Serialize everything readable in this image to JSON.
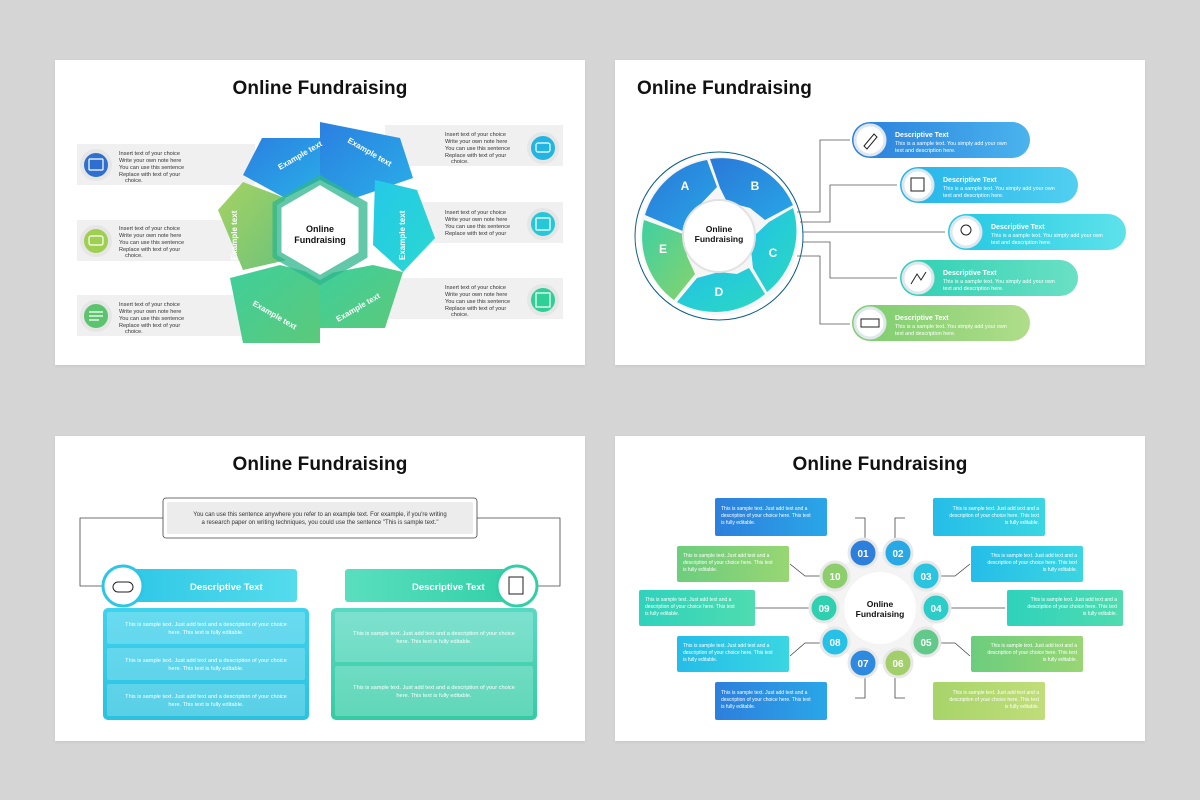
{
  "common": {
    "title": "Online Fundraising",
    "center": [
      "Online",
      "Fundraising"
    ]
  },
  "slide1": {
    "segment_labels": [
      "Example text",
      "Example text",
      "Example text",
      "Example text",
      "Example text",
      "Example text"
    ],
    "bullets": [
      "Insert text of your choice",
      "Write your own note here",
      "You can use this sentence",
      "Replace with text of your",
      "choice."
    ],
    "icons": [
      "id-card-icon",
      "chat-bubbles-icon",
      "money-hand-icon",
      "calendar-icon",
      "checklist-hand-icon",
      "qr-code-icon"
    ]
  },
  "slide2": {
    "letters": [
      "A",
      "B",
      "C",
      "D",
      "E"
    ],
    "item_title": "Descriptive Text",
    "item_lines": [
      "This is a sample text. You simply add your own",
      "text and description here."
    ],
    "icons": [
      "rocket-icon",
      "chart-report-icon",
      "gear-hand-icon",
      "strategy-icon",
      "closed-sign-icon"
    ]
  },
  "slide3": {
    "top_text": [
      "You can use this sentence anywhere you refer to an example text. For example, if you're writing",
      "a research paper on writing techniques, you could use the sentence \"This is sample text.\""
    ],
    "left_title": "Descriptive Text",
    "right_title": "Descriptive Text",
    "row_lines": [
      "This is sample text. Just add text and a description of your choice",
      "here. This text is fully editable."
    ],
    "icons": [
      "gamepad-icon",
      "planner-icon"
    ]
  },
  "slide4": {
    "numbers": [
      "01",
      "02",
      "03",
      "04",
      "05",
      "06",
      "07",
      "08",
      "09",
      "10"
    ],
    "box_lines": [
      "This is sample text. Just add text and a",
      "description of your choice here. This text",
      "is fully editable."
    ]
  },
  "colors": {
    "blue": "#2f80e0",
    "cyan": "#28c8e6",
    "teal": "#2fd2b0",
    "green": "#6cc77c",
    "lime": "#a8d36a"
  }
}
